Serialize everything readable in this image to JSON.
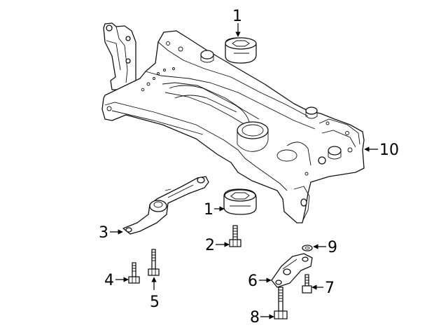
{
  "callouts": [
    {
      "id": "c1a",
      "text": "1"
    },
    {
      "id": "c1b",
      "text": "1"
    },
    {
      "id": "c2",
      "text": "2"
    },
    {
      "id": "c3",
      "text": "3"
    },
    {
      "id": "c4",
      "text": "4"
    },
    {
      "id": "c5",
      "text": "5"
    },
    {
      "id": "c6",
      "text": "6"
    },
    {
      "id": "c7",
      "text": "7"
    },
    {
      "id": "c8",
      "text": "8"
    },
    {
      "id": "c9",
      "text": "9"
    },
    {
      "id": "c10",
      "text": "10"
    }
  ]
}
